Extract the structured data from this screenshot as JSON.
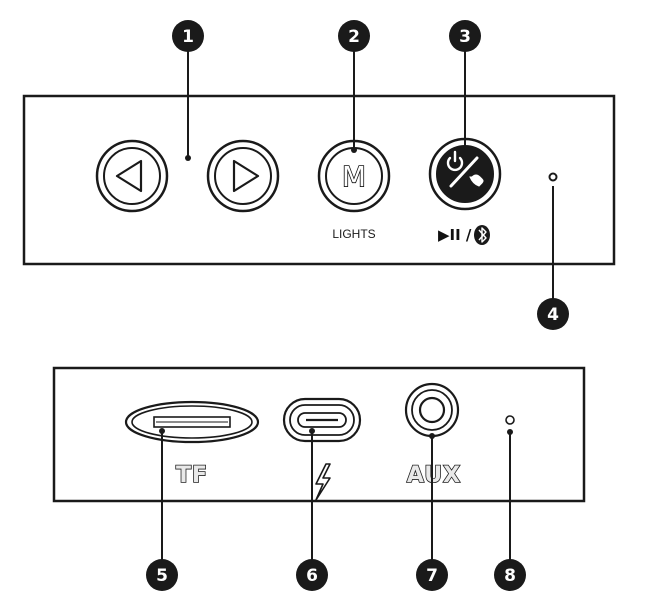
{
  "top_panel": {
    "buttons": {
      "prev_icon": "triangle-left-icon",
      "next_icon": "triangle-right-icon",
      "mode_letter": "M",
      "mode_caption": "LIGHTS",
      "power_icon": "power-phone-icon",
      "power_caption": "▶II /",
      "bluetooth_icon": "bluetooth-icon"
    }
  },
  "bottom_panel": {
    "tf_label": "TF",
    "aux_label": "AUX",
    "usb_c_icon": "usb-c-port-icon",
    "charge_icon": "lightning-icon",
    "aux_icon": "audio-jack-icon"
  },
  "callouts": {
    "c1": "1",
    "c2": "2",
    "c3": "3",
    "c4": "4",
    "c5": "5",
    "c6": "6",
    "c7": "7",
    "c8": "8"
  },
  "colors": {
    "stroke": "#1a1a1a",
    "callout_fill": "#1a1a1a",
    "panel_fill": "#ffffff"
  }
}
